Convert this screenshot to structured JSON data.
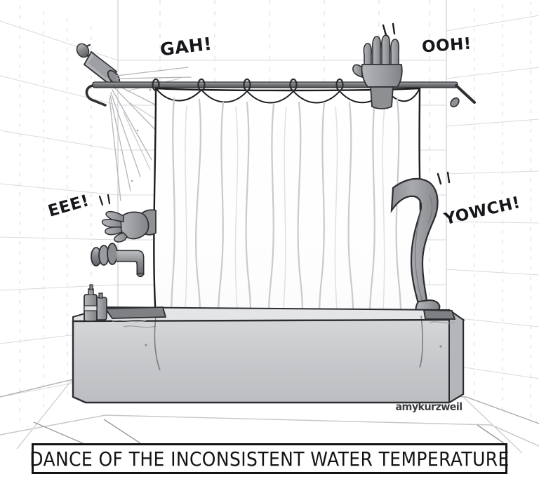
{
  "cartoon": {
    "caption": "DANCE OF THE INCONSISTENT WATER TEMPERATURE",
    "signature": "amykurzweil",
    "scene_description": "A bathroom shower scene: a person hidden behind a closed white shower curtain flails, with one hand thrust over the curtain rod, one hand poking out at the left, and one leg with pointed foot stuck out at the right, reacting to wildly changing water temperature.",
    "sound_effects": [
      {
        "id": "gah",
        "text": "GAH!",
        "position": "top-left-of-curtain"
      },
      {
        "id": "ooh",
        "text": "OOH!",
        "position": "top-right"
      },
      {
        "id": "eee",
        "text": "EEE!",
        "position": "middle-left"
      },
      {
        "id": "yowch",
        "text": "YOWCH!",
        "position": "middle-right"
      }
    ],
    "elements": [
      {
        "name": "shower-head",
        "label": "shower head spraying water"
      },
      {
        "name": "shower-curtain-rod",
        "label": "curtain rod"
      },
      {
        "name": "shower-curtain",
        "label": "white shower curtain"
      },
      {
        "name": "curtain-rings",
        "label": "curtain rings",
        "count": 6
      },
      {
        "name": "raised-hand",
        "label": "hand raised over the rod"
      },
      {
        "name": "reaching-hand",
        "label": "hand poking out at left"
      },
      {
        "name": "extended-leg",
        "label": "leg and pointed foot poking out at right"
      },
      {
        "name": "bathtub",
        "label": "bathtub"
      },
      {
        "name": "tub-faucet",
        "label": "tub faucet and knobs"
      },
      {
        "name": "bottles",
        "label": "two toiletry bottles on tub rim",
        "count": 2
      },
      {
        "name": "tile-wall",
        "label": "tiled bathroom walls"
      },
      {
        "name": "floor",
        "label": "tiled floor"
      }
    ],
    "colors": {
      "ink": "#111315",
      "curtain": "#ffffff",
      "curtain_fold": "#c9c9cc",
      "tub_body": "#c8c9cb",
      "tub_top": "#e2e3e4",
      "skin": "#a7a8ab",
      "skin_dark": "#7d7f83",
      "tile_line": "#d6d7da",
      "metal": "#8f9195",
      "background": "#ffffff"
    }
  }
}
